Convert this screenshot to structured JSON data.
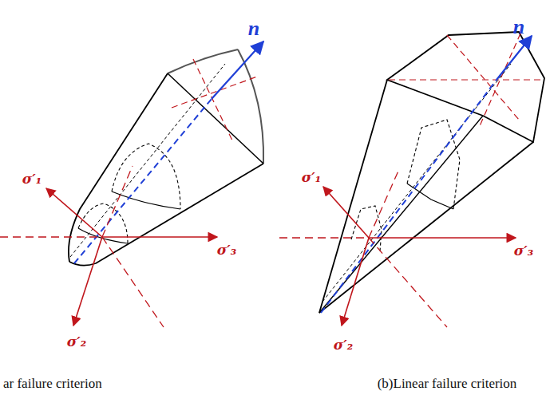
{
  "diagram": {
    "labels": [
      "n",
      "σ′₁",
      "σ′₃",
      "σ′₂",
      "n",
      "σ′₁",
      "σ′₃",
      "σ′₂",
      "ar failure criterion",
      "(b)Linear failure criterion"
    ]
  }
}
